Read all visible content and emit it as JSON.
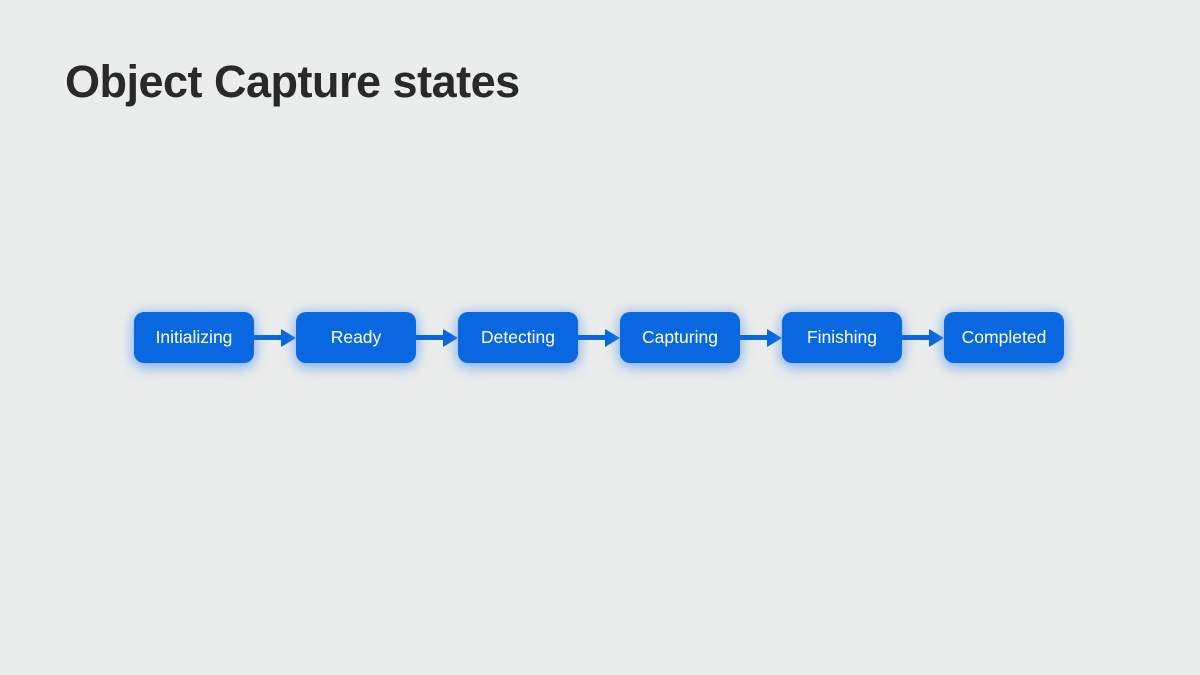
{
  "slide": {
    "title": "Object Capture states",
    "background_color": "#ebedec",
    "title_color": "#29292a"
  },
  "diagram": {
    "type": "state-flow",
    "direction": "left-to-right",
    "node_fill_color": "#0968e0",
    "node_text_color": "#ffffff",
    "arrow_color": "#0968e0",
    "nodes": [
      {
        "label": "Initializing"
      },
      {
        "label": "Ready"
      },
      {
        "label": "Detecting"
      },
      {
        "label": "Capturing"
      },
      {
        "label": "Finishing"
      },
      {
        "label": "Completed"
      }
    ]
  }
}
